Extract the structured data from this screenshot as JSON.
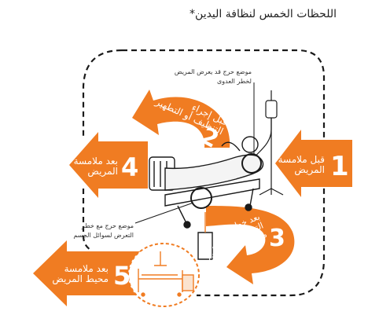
{
  "title": "اللحظات الخمس لنظافة اليدين*",
  "colors": {
    "accent": "#f07c22",
    "line": "#1a1a1a",
    "soft": "#f9d7b8"
  },
  "annotations": {
    "infection_site": [
      "موضع حرج قد يعرض المريض",
      "لخطر العدوى"
    ],
    "fluid_site": [
      "موضع حرج مع خطر",
      "التعرض لسوائل الجسم"
    ]
  },
  "moments": [
    {
      "number": "1",
      "lines": [
        "قبل ملامسة",
        "المريض"
      ]
    },
    {
      "number": "2",
      "lines": [
        "قبل إجراء",
        "التنظيف أو التطهير"
      ]
    },
    {
      "number": "3",
      "lines": [
        "بعد خطر",
        "التعرض لسوائل",
        "من جسم المريض"
      ]
    },
    {
      "number": "4",
      "lines": [
        "بعد ملامسة",
        "المريض"
      ]
    },
    {
      "number": "5",
      "lines": [
        "بعد ملامسة",
        "محيط المريض"
      ]
    }
  ]
}
